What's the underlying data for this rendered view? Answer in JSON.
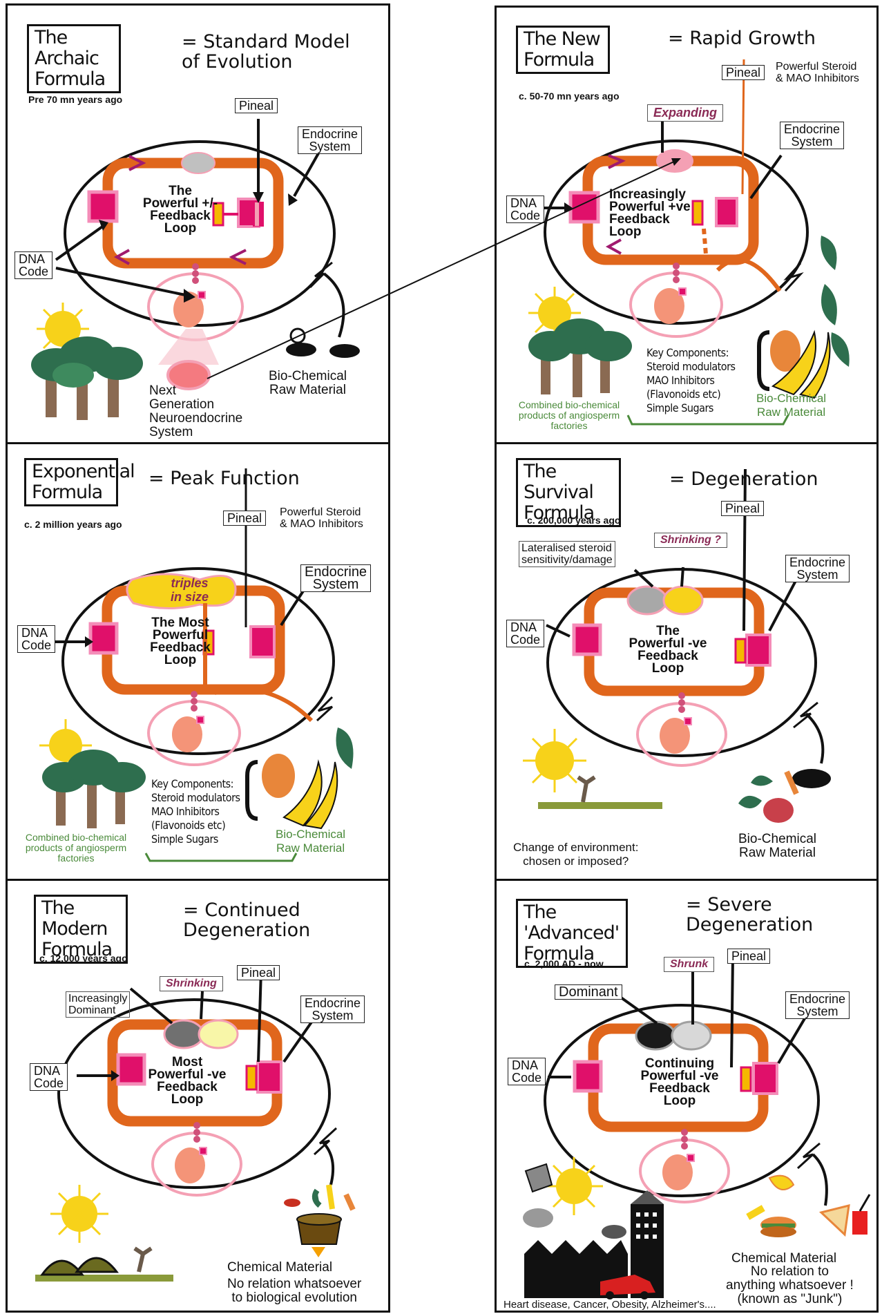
{
  "colors": {
    "loop": "#e0661c",
    "gland": "#e0106a",
    "pineal": "#f5b800",
    "yellow": "#f7d21a",
    "ring": "#f4a0b4",
    "text_green": "#4a8a3a",
    "accent_text": "#8a2a55"
  },
  "panels": {
    "p1": {
      "title": "The Archaic\nFormula",
      "equals": "= Standard Model\nof Evolution",
      "era": "Pre 70 mn years ago",
      "pineal": "Pineal",
      "endocrine": "Endocrine\nSystem",
      "dna": "DNA\nCode",
      "loop": "The\nPowerful +/-\nFeedback\nLoop",
      "biochem": "Bio-Chemical\nRaw Material",
      "next": "Next\nGeneration\nNeuroendocrine\nSystem"
    },
    "p2": {
      "title": "The New\nFormula",
      "equals": "= Rapid Growth",
      "era": "c. 50-70 mn years ago",
      "pineal": "Pineal",
      "steroid": "Powerful Steroid\n& MAO Inhibitors",
      "expanding": "Expanding",
      "endocrine": "Endocrine\nSystem",
      "dna": "DNA\nCode",
      "loop": "Increasingly\nPowerful +ve\nFeedback\nLoop",
      "keys": "Key Components:\nSteroid modulators\nMAO Inhibitors\n(Flavonoids etc)\nSimple Sugars",
      "biochem": "Bio-Chemical\nRaw Material",
      "combined": "Combined bio-chemical\nproducts of angiosperm\nfactories"
    },
    "p3": {
      "title": "Exponential\nFormula",
      "equals": "= Peak Function",
      "era": "c. 2 million years ago",
      "pineal": "Pineal",
      "steroid": "Powerful Steroid\n& MAO Inhibitors",
      "triples": "triples\nin size",
      "endocrine": "Endocrine\nSystem",
      "dna": "DNA\nCode",
      "loop": "The Most\nPowerful\nFeedback\nLoop",
      "keys": "Key Components:\nSteroid modulators\nMAO Inhibitors\n(Flavonoids etc)\nSimple Sugars",
      "biochem": "Bio-Chemical\nRaw Material",
      "combined": "Combined bio-chemical\nproducts of angiosperm\nfactories"
    },
    "p4": {
      "title": "The Survival\nFormula",
      "equals": "= Degeneration",
      "era": "c. 200,000 years ago",
      "pineal": "Pineal",
      "lateral": "Lateralised steroid\nsensitivity/damage",
      "shrinking": "Shrinking ?",
      "endocrine": "Endocrine\nSystem",
      "dna": "DNA\nCode",
      "loop": "The\nPowerful -ve\nFeedback\nLoop",
      "change": "Change of environment:\nchosen or imposed?",
      "biochem": "Bio-Chemical\nRaw Material"
    },
    "p5": {
      "title": "The Modern\nFormula",
      "equals": "= Continued\nDegeneration",
      "era": "c. 12,000 years ago",
      "pineal": "Pineal",
      "dominant": "Increasingly\nDominant",
      "shrinking": "Shrinking",
      "endocrine": "Endocrine\nSystem",
      "dna": "DNA\nCode",
      "loop": "Most\nPowerful -ve\nFeedback\nLoop",
      "chem": "Chemical Material",
      "norel": "No relation whatsoever\nto biological evolution"
    },
    "p6": {
      "title": "The 'Advanced'\nFormula",
      "equals": "= Severe\nDegeneration",
      "era": "c. 2,000 AD - now",
      "pineal": "Pineal",
      "dominant": "Dominant",
      "shrunk": "Shrunk",
      "endocrine": "Endocrine\nSystem",
      "dna": "DNA\nCode",
      "loop": "Continuing\nPowerful -ve\nFeedback\nLoop",
      "chem": "Chemical Material",
      "norel": "No relation to\nanything whatsoever !\n(known as \"Junk\")",
      "disease": "Heart disease, Cancer, Obesity, Alzheimer's...."
    }
  }
}
